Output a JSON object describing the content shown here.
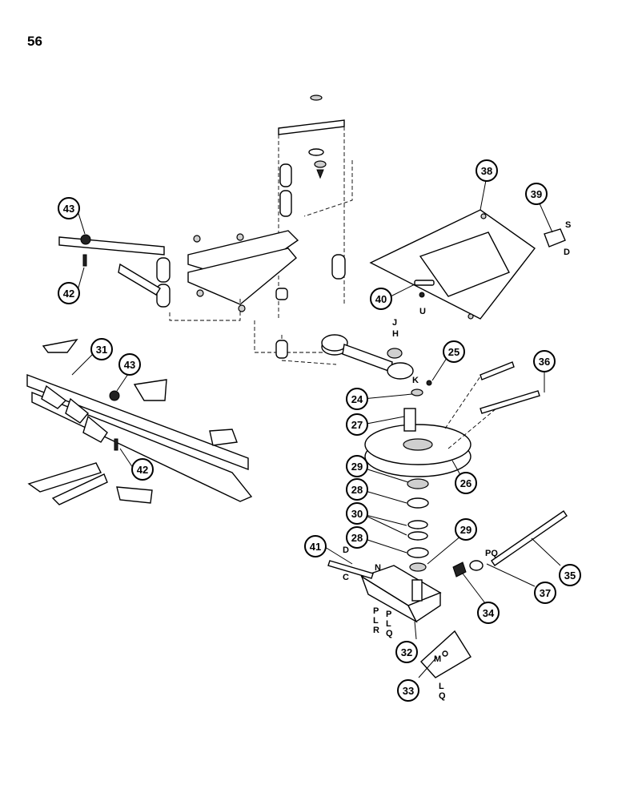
{
  "page": {
    "number": "56"
  },
  "callouts": [
    {
      "id": "43a",
      "label": "43"
    },
    {
      "id": "42a",
      "label": "42"
    },
    {
      "id": "31",
      "label": "31"
    },
    {
      "id": "43b",
      "label": "43"
    },
    {
      "id": "42b",
      "label": "42"
    },
    {
      "id": "38",
      "label": "38"
    },
    {
      "id": "39",
      "label": "39"
    },
    {
      "id": "40",
      "label": "40"
    },
    {
      "id": "25",
      "label": "25"
    },
    {
      "id": "24",
      "label": "24"
    },
    {
      "id": "36",
      "label": "36"
    },
    {
      "id": "27",
      "label": "27"
    },
    {
      "id": "26",
      "label": "26"
    },
    {
      "id": "29a",
      "label": "29"
    },
    {
      "id": "28a",
      "label": "28"
    },
    {
      "id": "30",
      "label": "30"
    },
    {
      "id": "28b",
      "label": "28"
    },
    {
      "id": "29b",
      "label": "29"
    },
    {
      "id": "41",
      "label": "41"
    },
    {
      "id": "34",
      "label": "34"
    },
    {
      "id": "37",
      "label": "37"
    },
    {
      "id": "35",
      "label": "35"
    },
    {
      "id": "32",
      "label": "32"
    },
    {
      "id": "33",
      "label": "33"
    }
  ],
  "letters": {
    "l39_s": "S",
    "l39_d": "D",
    "l40_u": "U",
    "lj": "J",
    "lh": "H",
    "lk": "K",
    "l41_d": "D",
    "l41_c": "C",
    "ln": "N",
    "l32_p1": "P",
    "l32_l1": "L",
    "l32_r": "R",
    "l32_p2": "P",
    "l32_l2": "L",
    "l32_q": "Q",
    "l37_pq": "PQ",
    "l33_m": "M",
    "l33_l": "L",
    "l33_q": "Q"
  }
}
